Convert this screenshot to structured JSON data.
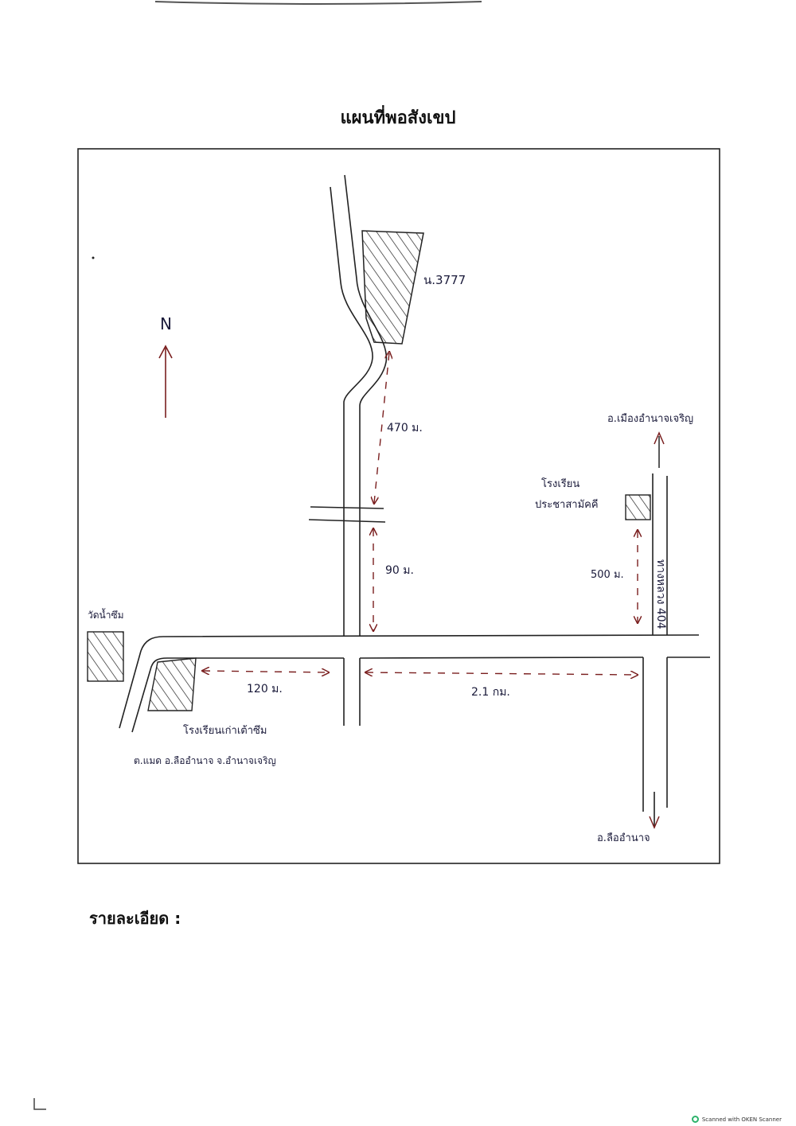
{
  "page": {
    "title": "แผนที่พอสังเขป",
    "details_label": "รายละเอียด :"
  },
  "map": {
    "north": "N",
    "parcel_label": "น.3777",
    "dist_470": "470 ม.",
    "dist_90": "90 ม.",
    "dist_120": "120 ม.",
    "dist_2_1": "2.1 กม.",
    "dist_500": "500 ม.",
    "dest_north": "อ.เมืองอำนาจเจริญ",
    "dest_south": "อ.ลืออำนาจ",
    "school_prachasamakkhi_l1": "โรงเรียน",
    "school_prachasamakkhi_l2": "ประชาสามัคคี",
    "wat_label": "วัดน้ำซึม",
    "school_bottom_l1": "โรงเรียนเก่าเต้าซึม",
    "school_bottom_l2": "ต.แมด อ.ลืออำนาจ จ.อำนาจเจริญ",
    "highway": "ทางหลวง 404"
  },
  "footer": {
    "scanner_text": "Scanned with OKEN Scanner"
  }
}
